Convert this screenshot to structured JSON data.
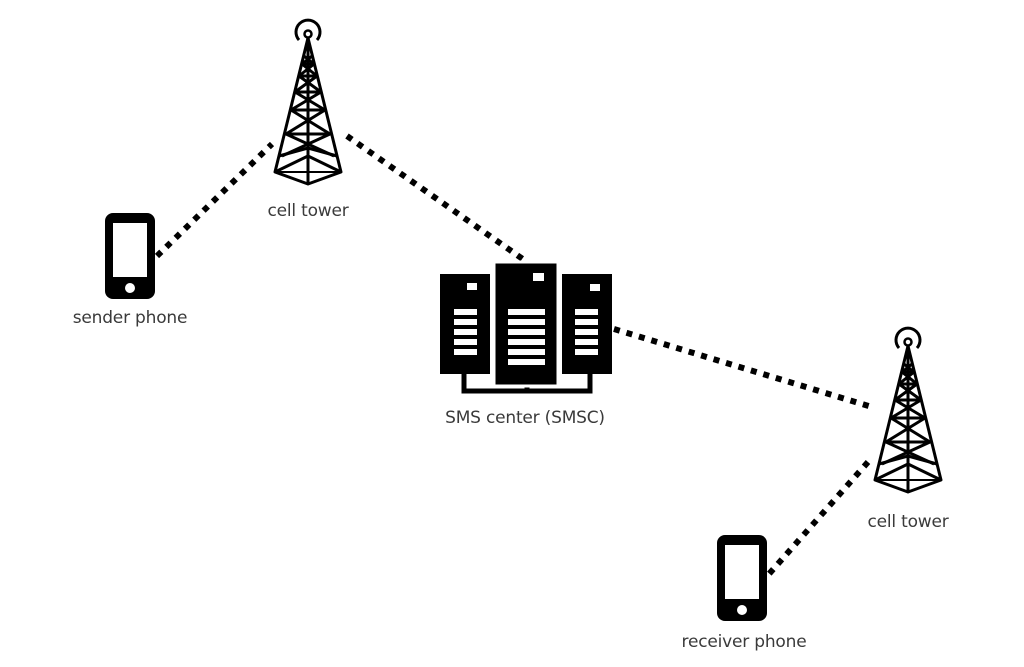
{
  "diagram": {
    "title": "SMS message path",
    "colors": {
      "ink": "#000000",
      "label": "#3a3a3a",
      "background": "#ffffff"
    },
    "nodes": [
      {
        "id": "sender",
        "type": "phone",
        "icon": "smartphone-icon",
        "label": "sender phone"
      },
      {
        "id": "tower1",
        "type": "tower",
        "icon": "cell-tower-icon",
        "label": "cell tower"
      },
      {
        "id": "smsc",
        "type": "server",
        "icon": "server-rack-icon",
        "label": "SMS center (SMSC)"
      },
      {
        "id": "tower2",
        "type": "tower",
        "icon": "cell-tower-icon",
        "label": "cell tower"
      },
      {
        "id": "receiver",
        "type": "phone",
        "icon": "smartphone-icon",
        "label": "receiver phone"
      }
    ],
    "links": [
      {
        "from": "sender",
        "to": "tower1",
        "style": "dotted"
      },
      {
        "from": "tower1",
        "to": "smsc",
        "style": "dotted"
      },
      {
        "from": "smsc",
        "to": "tower2",
        "style": "dotted"
      },
      {
        "from": "tower2",
        "to": "receiver",
        "style": "dotted"
      }
    ]
  }
}
